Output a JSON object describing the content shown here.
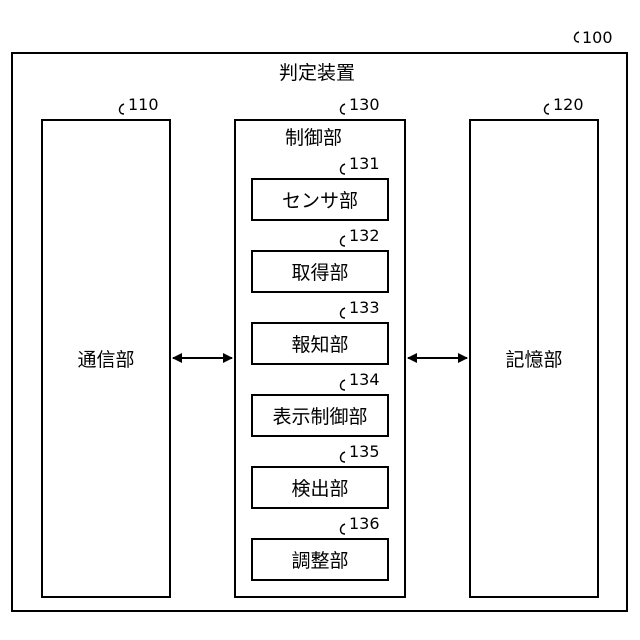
{
  "device": {
    "ref": "100",
    "title": "判定装置"
  },
  "communication": {
    "ref": "110",
    "label": "通信部"
  },
  "storage": {
    "ref": "120",
    "label": "記憶部"
  },
  "control": {
    "ref": "130",
    "label": "制御部",
    "units": [
      {
        "ref": "131",
        "label": "センサ部"
      },
      {
        "ref": "132",
        "label": "取得部"
      },
      {
        "ref": "133",
        "label": "報知部"
      },
      {
        "ref": "134",
        "label": "表示制御部"
      },
      {
        "ref": "135",
        "label": "検出部"
      },
      {
        "ref": "136",
        "label": "調整部"
      }
    ]
  }
}
